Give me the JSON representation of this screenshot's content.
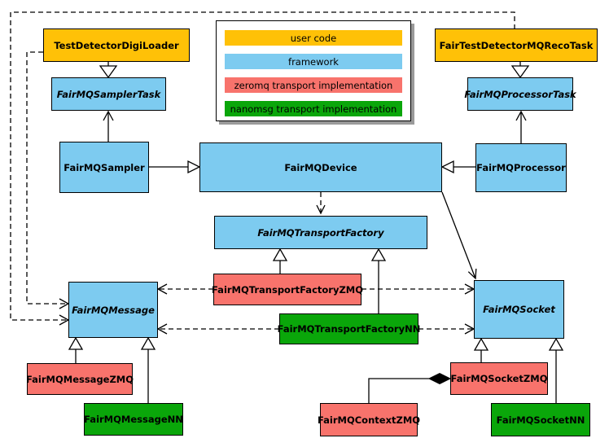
{
  "legend": {
    "items": [
      {
        "label": "user code",
        "color": "#FFC107"
      },
      {
        "label": "framework",
        "color": "#7DCBF0"
      },
      {
        "label": "zeromq transport implementation",
        "color": "#F8736C"
      },
      {
        "label": "nanomsg transport implementation",
        "color": "#0AA60A"
      }
    ]
  },
  "colors": {
    "user_code": "#FFC107",
    "framework": "#7DCBF0",
    "zeromq": "#F8736C",
    "nanomsg": "#0AA60A",
    "line": "#000000",
    "background": "#FFFFFF"
  },
  "nodes": {
    "testDetectorDigiLoader": "TestDetectorDigiLoader",
    "fairTestDetectorMQRecoTask": "FairTestDetectorMQRecoTask",
    "fairMQSamplerTask": "FairMQSamplerTask",
    "fairMQProcessorTask": "FairMQProcessorTask",
    "fairMQSampler": "FairMQSampler",
    "fairMQDevice": "FairMQDevice",
    "fairMQProcessor": "FairMQProcessor",
    "fairMQTransportFactory": "FairMQTransportFactory",
    "fairMQTransportFactoryZMQ": "FairMQTransportFactoryZMQ",
    "fairMQTransportFactoryNN": "FairMQTransportFactoryNN",
    "fairMQMessage": "FairMQMessage",
    "fairMQMessageZMQ": "FairMQMessageZMQ",
    "fairMQMessageNN": "FairMQMessageNN",
    "fairMQSocket": "FairMQSocket",
    "fairMQSocketZMQ": "FairMQSocketZMQ",
    "fairMQSocketNN": "FairMQSocketNN",
    "fairMQContextZMQ": "FairMQContextZMQ"
  }
}
